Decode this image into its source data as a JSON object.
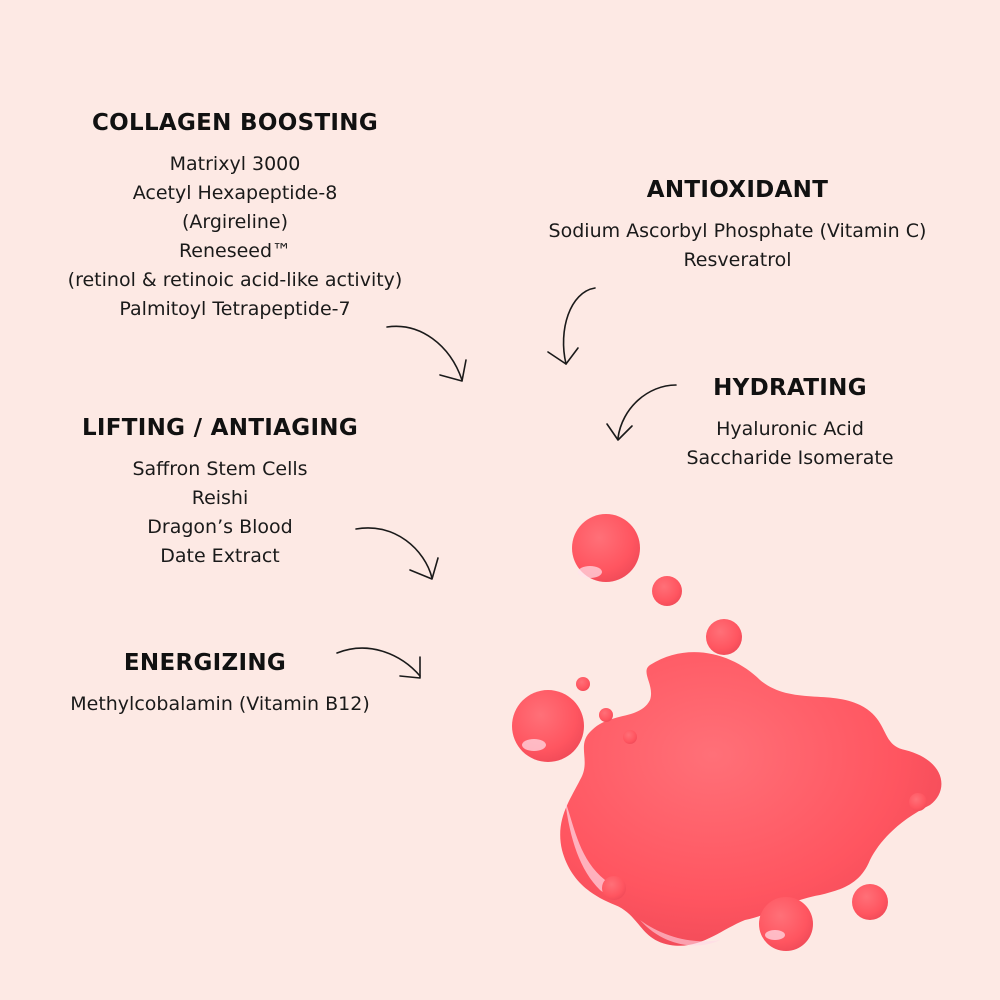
{
  "sections": {
    "collagen": {
      "heading": "COLLAGEN BOOSTING",
      "items": [
        "Matrixyl 3000",
        "Acetyl Hexapeptide-8",
        "(Argireline)",
        "Reneseed™",
        "(retinol & retinoic acid-like activity)",
        "Palmitoyl Tetrapeptide-7"
      ]
    },
    "antioxidant": {
      "heading": "ANTIOXIDANT",
      "items": [
        "Sodium Ascorbyl Phosphate (Vitamin C)",
        "Resveratrol"
      ]
    },
    "hydrating": {
      "heading": "HYDRATING",
      "items": [
        "Hyaluronic Acid",
        "Saccharide Isomerate"
      ]
    },
    "lifting": {
      "heading": "LIFTING / ANTIAGING",
      "items": [
        "Saffron Stem Cells",
        "Reishi",
        "Dragon’s Blood",
        "Date Extract"
      ]
    },
    "energizing": {
      "heading": "ENERGIZING",
      "items": [
        "Methylcobalamin (Vitamin B12)"
      ]
    }
  },
  "colors": {
    "background": "#fde9e4",
    "splash": "#ff5a64",
    "text": "#1a1a1a"
  }
}
